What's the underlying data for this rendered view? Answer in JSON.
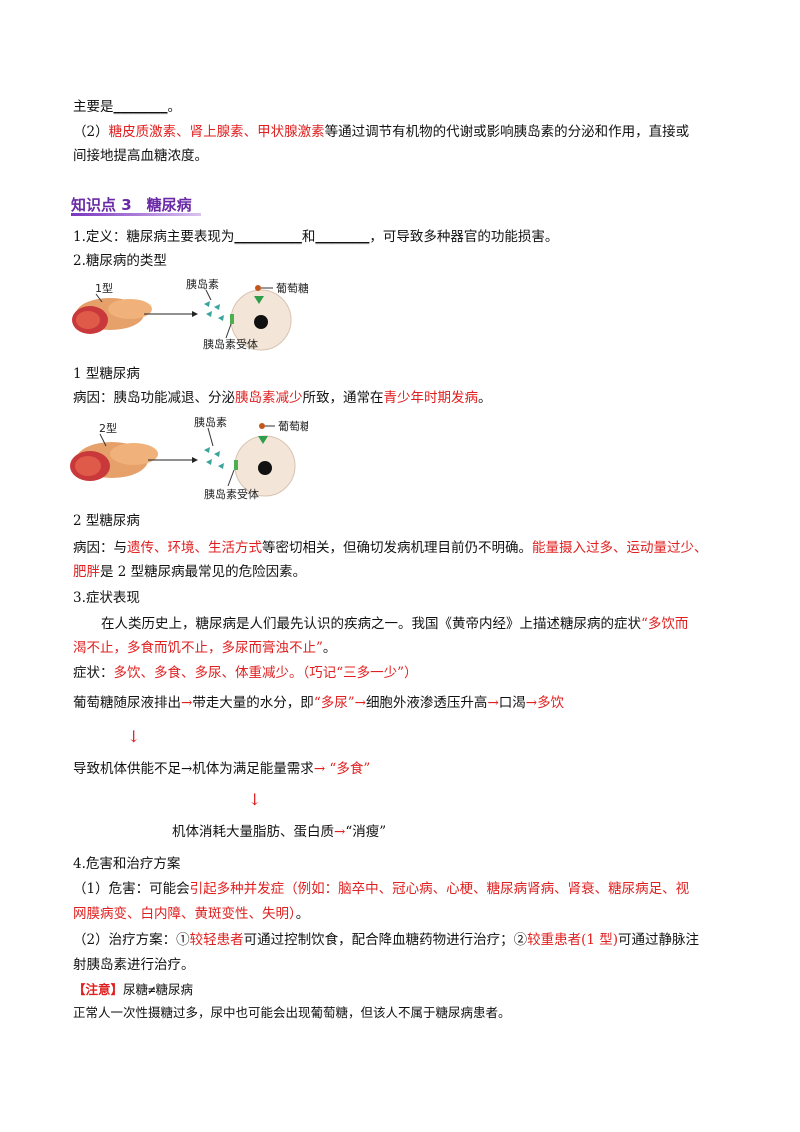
{
  "lines": {
    "l1_pre": "主要是",
    "l1_blank": "________",
    "l1_post": "。",
    "l2_pre": "（2）",
    "l2_red": "糖皮质激素、肾上腺素、甲状腺激素",
    "l2_post": "等通过调节有机物的代谢或影响胰岛素的分泌和作用，直接或",
    "l3": "间接地提高血糖浓度。"
  },
  "section": {
    "title": "知识点 3　糖尿病"
  },
  "def": {
    "pre": "1.定义：糖尿病主要表现为",
    "blank1": "__________",
    "mid": "和",
    "blank2": "________",
    "post": "，可导致多种器官的功能损害。"
  },
  "types_heading": "2.糖尿病的类型",
  "fig1": {
    "type_label": "1型",
    "insulin_label": "胰岛素",
    "glucose_label": "葡萄糖",
    "receptor_label": "胰岛素受体"
  },
  "fig2": {
    "type_label": "2型",
    "insulin_label": "胰岛素",
    "glucose_label": "葡萄糖",
    "receptor_label": "胰岛素受体"
  },
  "type1": {
    "heading": "1 型糖尿病",
    "cause_pre": "病因：胰岛功能减退、分泌",
    "cause_red1": "胰岛素减少",
    "cause_mid": "所致，通常在",
    "cause_red2": "青少年时期发病",
    "cause_post": "。"
  },
  "type2": {
    "heading": "2 型糖尿病",
    "cause_pre": "病因：与",
    "cause_red1": "遗传、环境、生活方式",
    "cause_mid": "等密切相关，但确切发病机理目前仍不明确。",
    "cause_red2": "能量摄入过多、运动量过少、",
    "line2_red": "肥胖",
    "line2_post": "是 2 型糖尿病最常见的危险因素。"
  },
  "symptoms": {
    "heading": "3.症状表现",
    "hist_pre": "在人类历史上，糖尿病是人们最先认识的疾病之一。我国《黄帝内经》上描述糖尿病的症状",
    "hist_red1": "“多饮而",
    "hist_red2": "渴不止，多食而饥不止，多尿而膏浊不止”",
    "hist_post": "。",
    "sym_pre": "症状：",
    "sym_red": "多饮、多食、多尿、体重减少。（巧记“三多一少”）",
    "flow1_a": "葡萄糖随尿液排出",
    "flow1_b": "带走大量的水分，即",
    "flow1_c": "“多尿”",
    "flow1_d": "细胞外液渗透压升高",
    "flow1_e": "口渴",
    "flow1_f": "多饮",
    "arrow_down1": "↓",
    "flow2_a": "导致机体供能不足→机体为满足能量需求",
    "flow2_b": "→ “多食”",
    "arrow_down2": "↓",
    "flow3_a": "机体消耗大量脂肪、蛋白质",
    "flow3_b": "“消瘦”",
    "arrow": "→"
  },
  "harm": {
    "heading": "4.危害和治疗方案",
    "h1_pre": "（1）危害：可能会",
    "h1_red": "引起多种并发症（例如：脑卒中、冠心病、心梗、糖尿病肾病、肾衰、糖尿病足、视",
    "h2_red": "网膜病变、白内障、黄斑变性、失明）",
    "h2_post": "。",
    "t1_pre": "（2）治疗方案：①",
    "t1_red1": "较轻患者",
    "t1_mid": "可通过控制饮食，配合降血糖药物进行治疗；②",
    "t1_red2": "较重患者(1 型)",
    "t1_post": "可通过静脉注",
    "t2": "射胰岛素进行治疗。"
  },
  "note": {
    "tag": "【注意】",
    "title": "尿糖≠糖尿病",
    "body": "正常人一次性摄糖过多，尿中也可能会出现葡萄糖，但该人不属于糖尿病患者。"
  }
}
